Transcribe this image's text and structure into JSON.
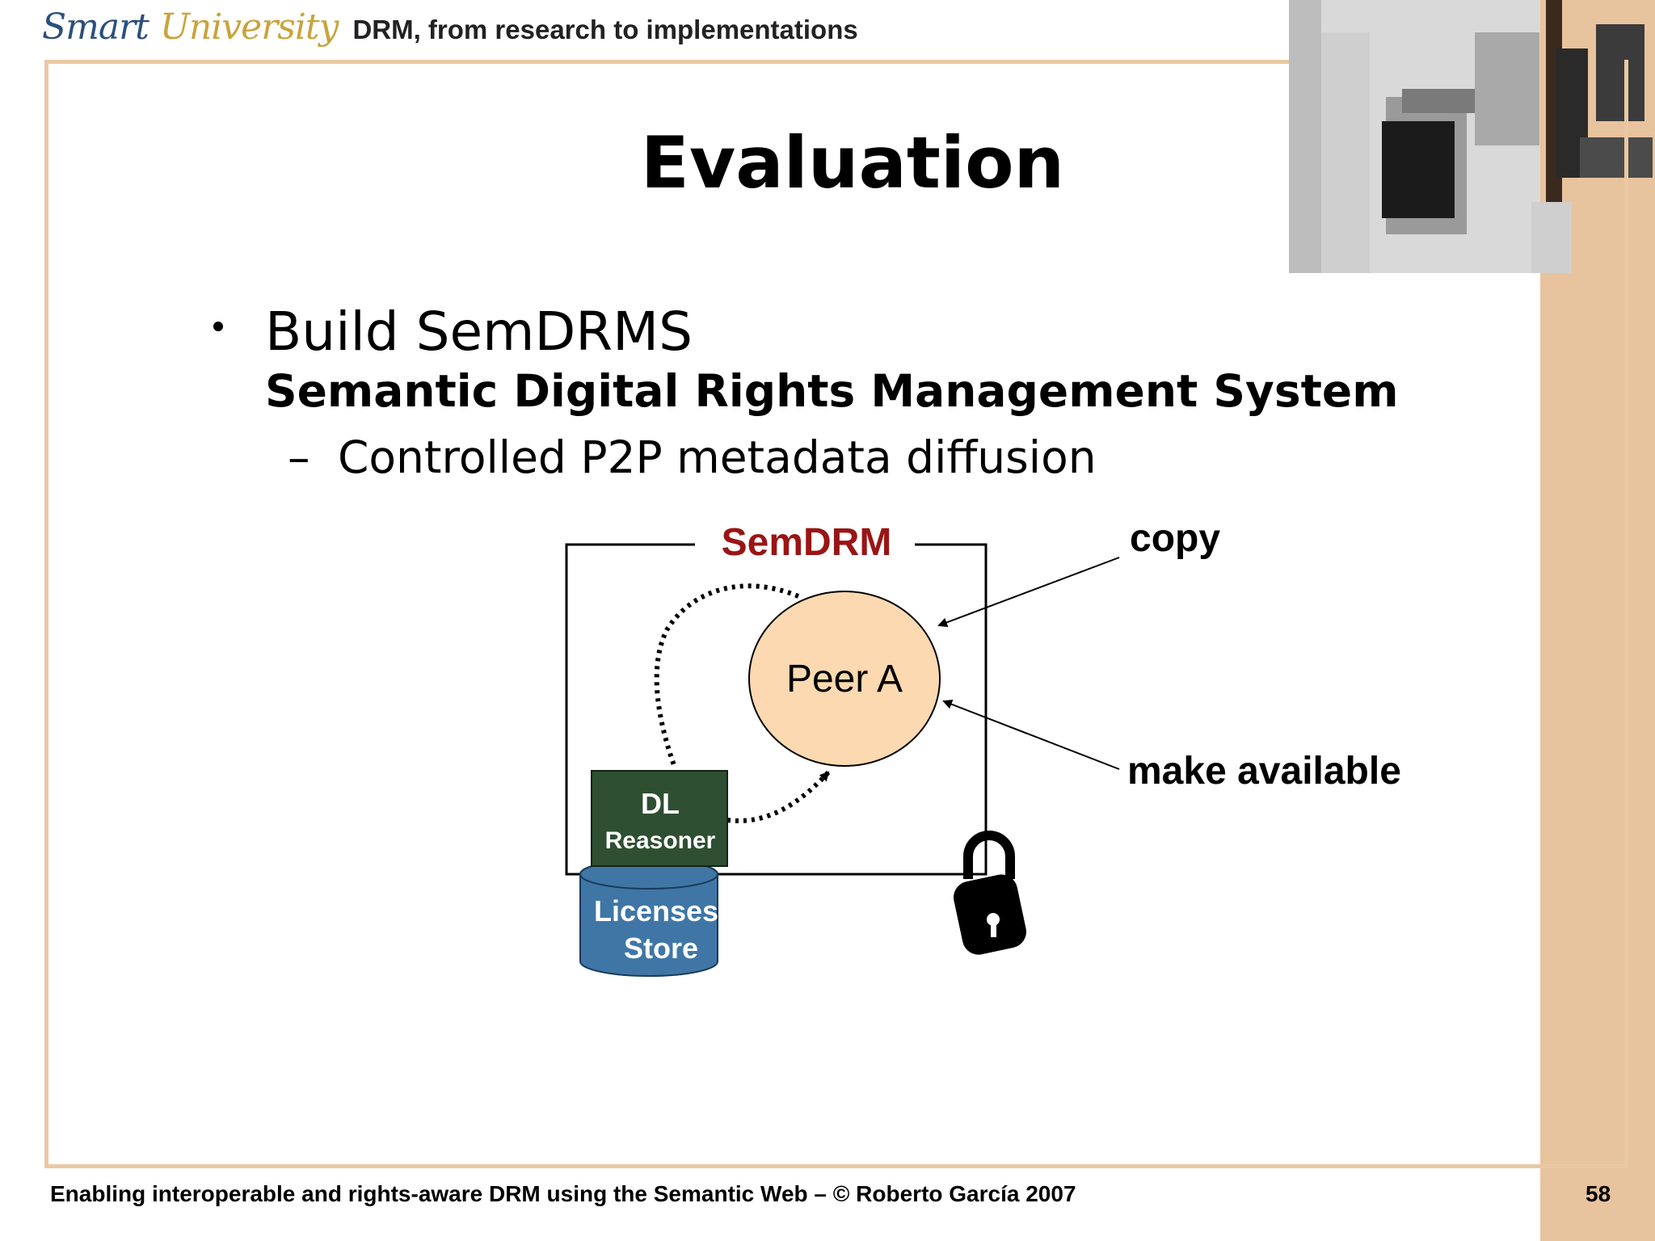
{
  "header": {
    "brand_smart": "Smart",
    "brand_university": "University",
    "subtitle": "DRM, from research to implementations"
  },
  "slide": {
    "title": "Evaluation",
    "bullet_1": "Build SemDRMS",
    "bullet_1_sub": "Semantic Digital Rights Management System",
    "dash": "–",
    "bullet_2": "Controlled P2P metadata diffusion"
  },
  "diagram": {
    "box_label": "SemDRM",
    "peer_label": "Peer A",
    "reasoner_line1": "DL",
    "reasoner_line2": "Reasoner",
    "store_line1": "Licenses",
    "store_line2": "Store",
    "copy_label": "copy",
    "make_available_label": "make available",
    "colors": {
      "semdrm_red": "#9a1515",
      "peer_fill": "#fcd9b0",
      "reasoner_fill": "#2e4f31",
      "store_fill": "#3f76a6"
    }
  },
  "footer": {
    "text": "Enabling interoperable and rights-aware DRM using the Semantic Web – © Roberto García 2007",
    "page_number": "58"
  }
}
